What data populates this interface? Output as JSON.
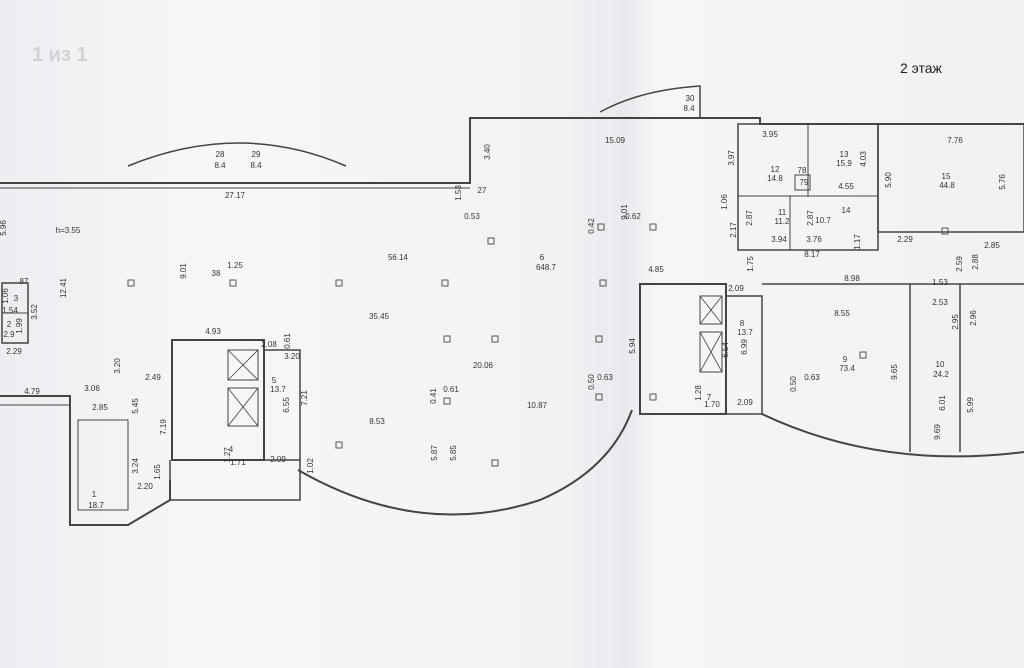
{
  "page": {
    "counter": "1 из 1",
    "floor": "2 этаж"
  },
  "room_numbers": [
    "1",
    "2",
    "3",
    "4",
    "5",
    "6",
    "7",
    "8",
    "9",
    "10",
    "11",
    "12",
    "13",
    "14",
    "15",
    "28",
    "29",
    "30",
    "38"
  ],
  "room_areas": [
    "18.7",
    "2.9",
    "13.7",
    "1.71",
    "648.7",
    "1.70",
    "13.7",
    "73.4",
    "24.2",
    "11.2",
    "14.8",
    "15.9",
    "10.7",
    "44.8",
    "8.4",
    "8.4",
    "8.4"
  ],
  "dimensions": [
    "5.96",
    "h=3.55",
    "87",
    "1.06",
    "1.54",
    "1.99",
    "3.52",
    "2.29",
    "12.41",
    "9.01",
    "1.25",
    "27.17",
    "1.53",
    "0.53",
    "27",
    "3.40",
    "15.09",
    "56.14",
    "0.42",
    "0.62",
    "9.01",
    "4.79",
    "3.06",
    "2.85",
    "3.20",
    "2.49",
    "5.45",
    "7.19",
    "3.24",
    "1.65",
    "2.20",
    "4.93",
    "2.08",
    "0.61",
    "3.20",
    "6.55",
    "7.21",
    "1.27",
    "2.09",
    "1.02",
    "35.45",
    "20.06",
    "0.41",
    "0.61",
    "8.53",
    "5.87",
    "5.85",
    "10.87",
    "0.50",
    "0.63",
    "4.85",
    "5.94",
    "2.09",
    "6.54",
    "1.28",
    "2.09",
    "6.99",
    "0.50",
    "0.63",
    "3.95",
    "3.97",
    "78",
    "79",
    "4.55",
    "4.03",
    "7.76",
    "5.90",
    "5.76",
    "1.06",
    "2.87",
    "2.87",
    "2.17",
    "3.94",
    "3.76",
    "1.17",
    "2.29",
    "1.75",
    "8.17",
    "8.98",
    "1.53",
    "2.53",
    "2.85",
    "2.59",
    "2.88",
    "8.55",
    "2.95",
    "2.96",
    "9.65",
    "6.01",
    "5.99",
    "9.69"
  ]
}
